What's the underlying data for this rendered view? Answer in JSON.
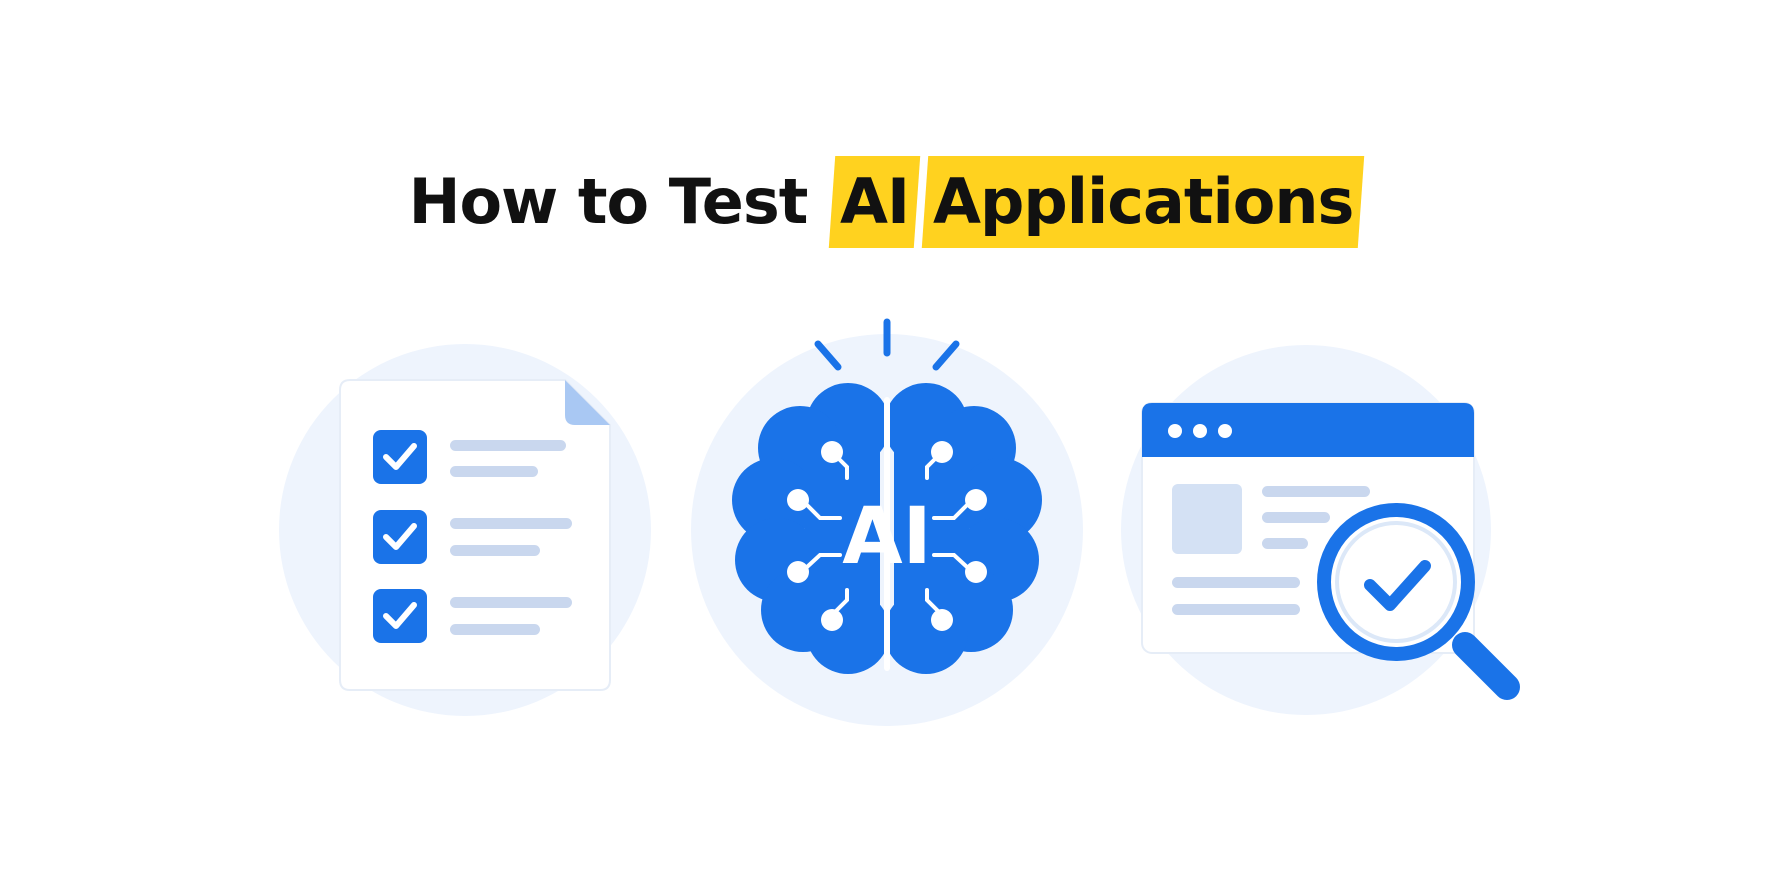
{
  "title": {
    "prefix": "How to Test",
    "highlight_1": "AI",
    "highlight_2": "Applications"
  },
  "brain": {
    "label": "AI"
  },
  "colors": {
    "primary_blue": "#1a73e8",
    "highlight_yellow": "#ffd21f",
    "circle_bg": "#eef4fd",
    "placeholder_gray": "#c9d7ee"
  },
  "icons": {
    "left": "checklist-document-icon",
    "center": "ai-brain-icon",
    "right": "browser-magnifier-check-icon"
  }
}
